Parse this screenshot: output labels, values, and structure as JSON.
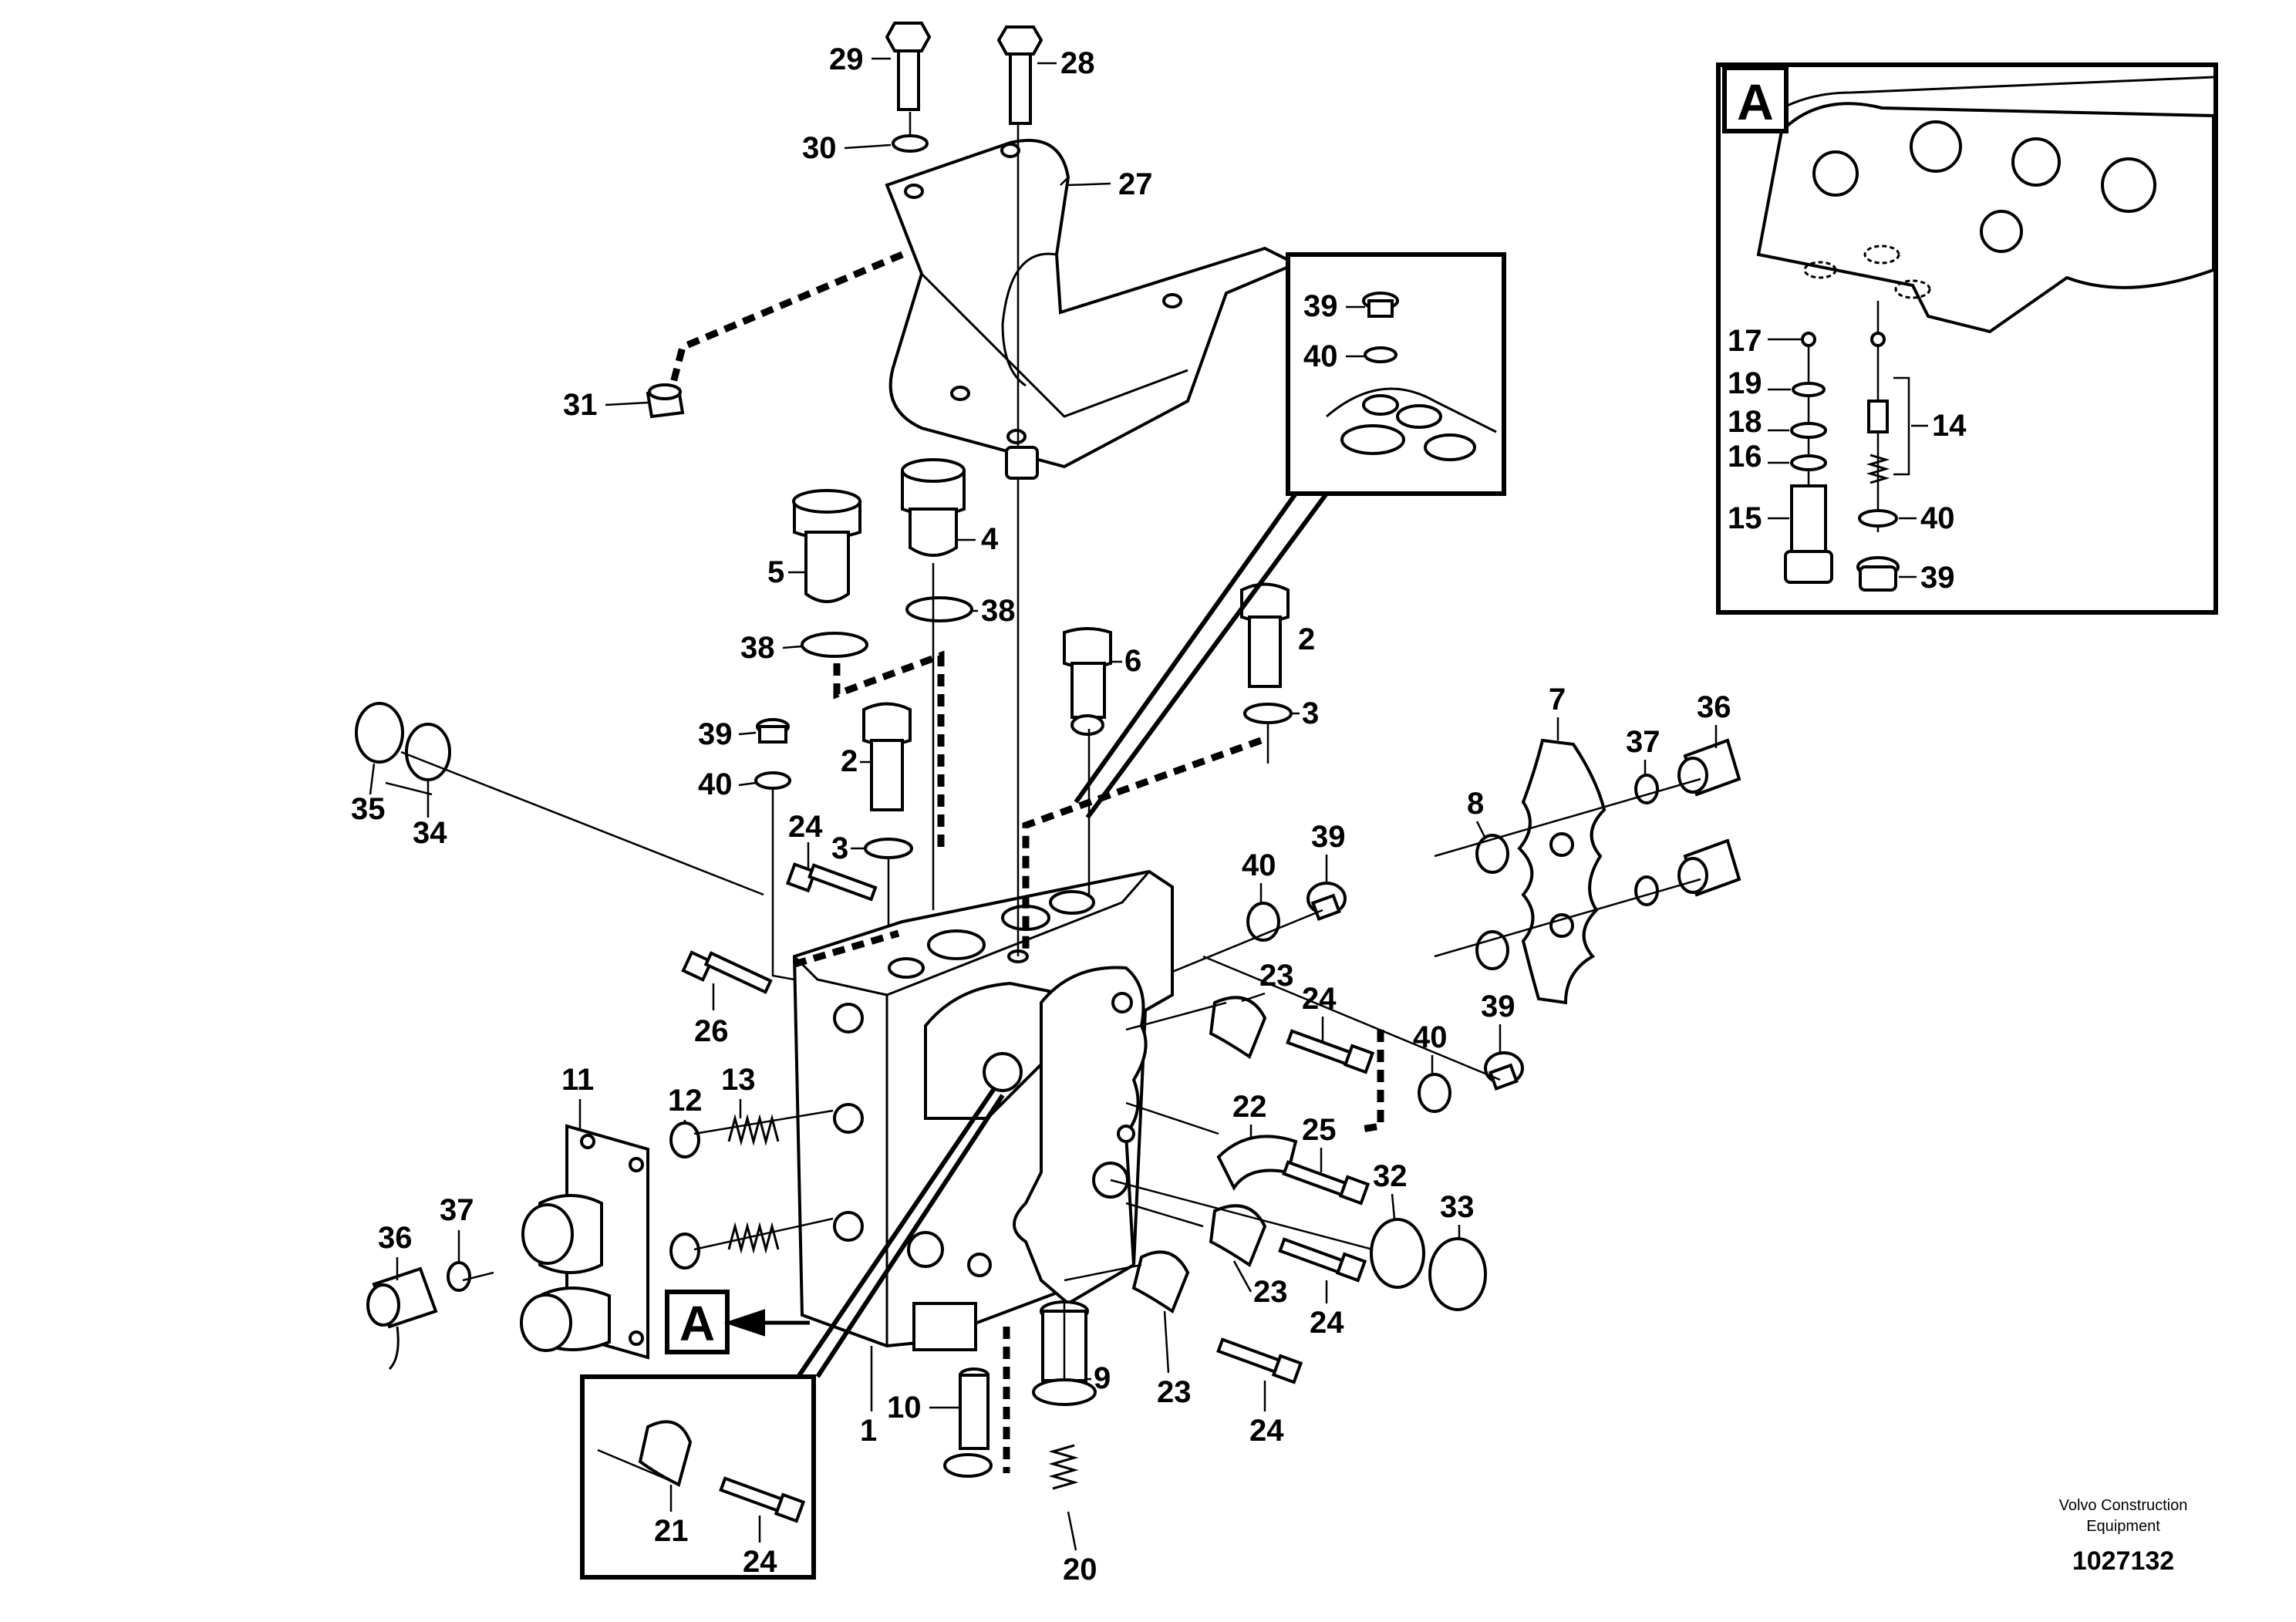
{
  "callouts": {
    "c1": "1",
    "c2a": "2",
    "c2b": "2",
    "c3a": "3",
    "c3b": "3",
    "c4": "4",
    "c5": "5",
    "c6": "6",
    "c7": "7",
    "c8": "8",
    "c9": "9",
    "c10": "10",
    "c11": "11",
    "c12": "12",
    "c13": "13",
    "c14": "14",
    "c15": "15",
    "c16": "16",
    "c17": "17",
    "c18": "18",
    "c19": "19",
    "c20": "20",
    "c21": "21",
    "c22": "22",
    "c23a": "23",
    "c23b": "23",
    "c23c": "23",
    "c24a": "24",
    "c24b": "24",
    "c24c": "24",
    "c24d": "24",
    "c24e": "24",
    "c25": "25",
    "c26": "26",
    "c27": "27",
    "c28": "28",
    "c29": "29",
    "c30": "30",
    "c31": "31",
    "c32": "32",
    "c33": "33",
    "c34": "34",
    "c35": "35",
    "c36a": "36",
    "c36b": "36",
    "c37a": "37",
    "c37b": "37",
    "c38a": "38",
    "c38b": "38",
    "c39a": "39",
    "c39b": "39",
    "c39c": "39",
    "c39d": "39",
    "c39e": "39",
    "c40a": "40",
    "c40b": "40",
    "c40c": "40",
    "c40d": "40",
    "c40e": "40"
  },
  "detail_tags": {
    "inset": "A",
    "pointer": "A"
  },
  "credit": {
    "line1": "Volvo Construction",
    "line2": "Equipment"
  },
  "document_number": "1027132"
}
